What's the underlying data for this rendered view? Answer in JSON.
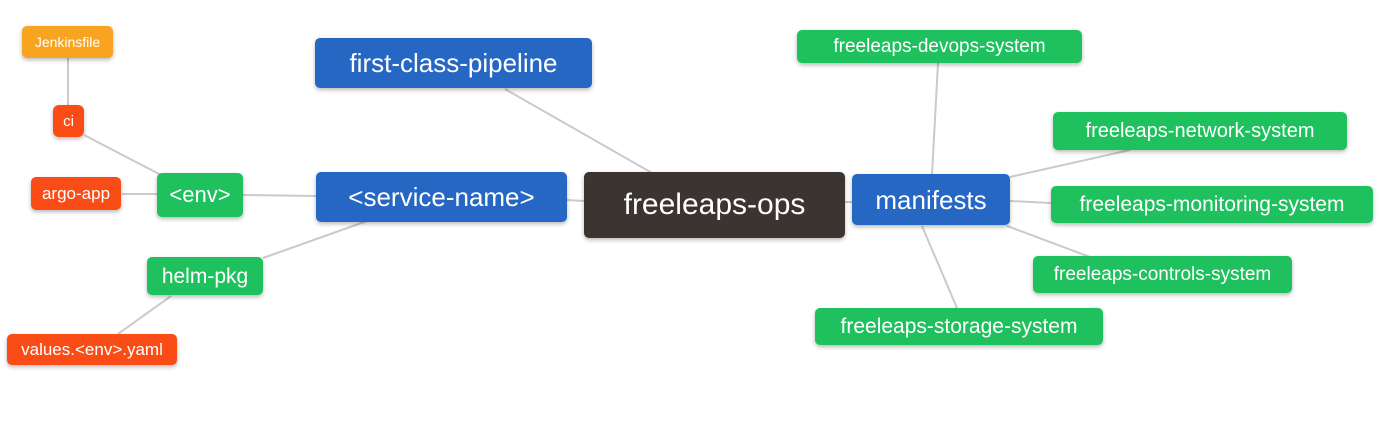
{
  "diagram": {
    "title": "freeleaps-ops mind map",
    "palette": {
      "root_dark": "#3b3430",
      "branch_blue": "#2667c4",
      "leaf_green": "#1fc15e",
      "leaf_red": "#f94c16",
      "leaf_orange": "#f8a421",
      "edge_gray": "#cacaca",
      "text": "#ffffff",
      "background": "#ffffff"
    },
    "nodes": {
      "root": {
        "label": "freeleaps-ops"
      },
      "pipeline": {
        "label": "first-class-pipeline"
      },
      "service": {
        "label": "<service-name>"
      },
      "manifests": {
        "label": "manifests"
      },
      "env": {
        "label": "<env>"
      },
      "helm": {
        "label": "helm-pkg"
      },
      "jenkinsfile": {
        "label": "Jenkinsfile"
      },
      "ci": {
        "label": "ci"
      },
      "argo": {
        "label": "argo-app"
      },
      "values": {
        "label": "values.<env>.yaml"
      },
      "devops": {
        "label": "freeleaps-devops-system"
      },
      "network": {
        "label": "freeleaps-network-system"
      },
      "monitoring": {
        "label": "freeleaps-monitoring-system"
      },
      "controls": {
        "label": "freeleaps-controls-system"
      },
      "storage": {
        "label": "freeleaps-storage-system"
      }
    },
    "edges": [
      {
        "from": "jenkinsfile",
        "to": "ci"
      },
      {
        "from": "ci",
        "to": "env"
      },
      {
        "from": "argo",
        "to": "env"
      },
      {
        "from": "env",
        "to": "service"
      },
      {
        "from": "helm",
        "to": "service"
      },
      {
        "from": "values",
        "to": "helm"
      },
      {
        "from": "pipeline",
        "to": "root"
      },
      {
        "from": "service",
        "to": "root"
      },
      {
        "from": "root",
        "to": "manifests"
      },
      {
        "from": "devops",
        "to": "manifests"
      },
      {
        "from": "manifests",
        "to": "network"
      },
      {
        "from": "manifests",
        "to": "monitoring"
      },
      {
        "from": "manifests",
        "to": "controls"
      },
      {
        "from": "manifests",
        "to": "storage"
      }
    ]
  }
}
